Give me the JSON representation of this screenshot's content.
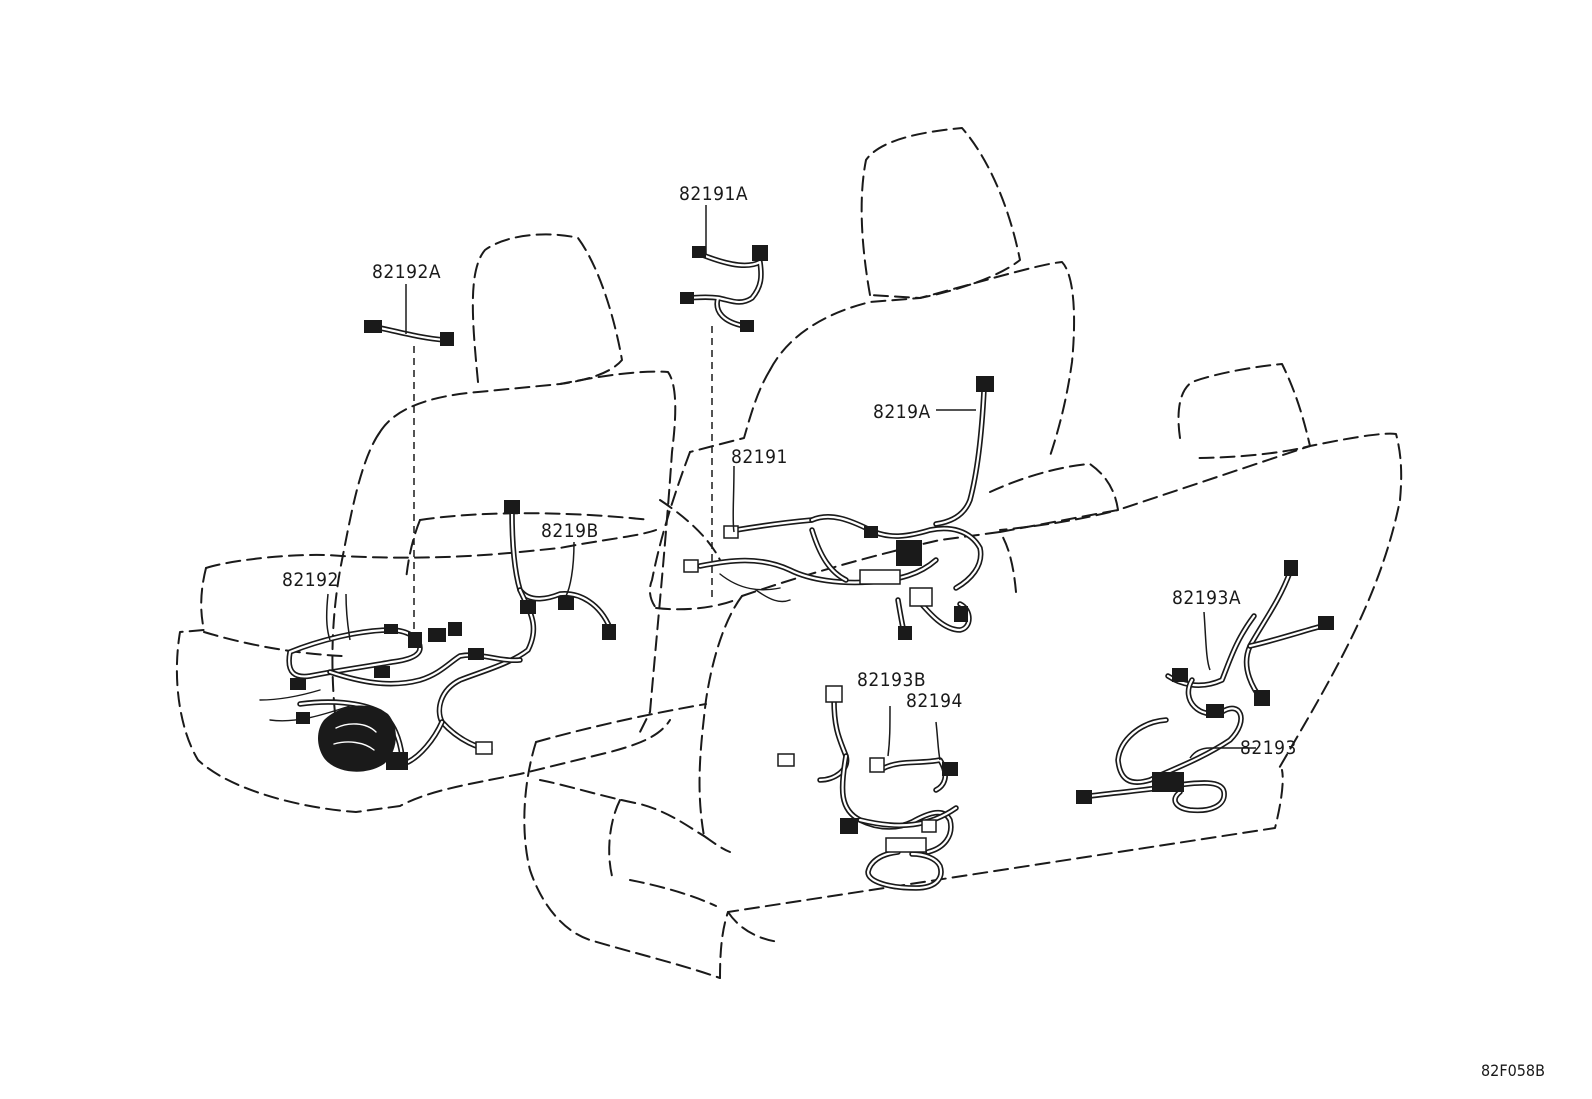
{
  "labels": {
    "l82192A": "82192A",
    "l82191A": "82191A",
    "l82191": "82191",
    "l8219A": "8219A",
    "l8219B": "8219B",
    "l82192": "82192",
    "l82193A": "82193A",
    "l82193B": "82193B",
    "l82194": "82194",
    "l82193": "82193"
  },
  "figure_code": "82F058B",
  "colors": {
    "ink": "#1a1a1a",
    "background": "#ffffff"
  }
}
